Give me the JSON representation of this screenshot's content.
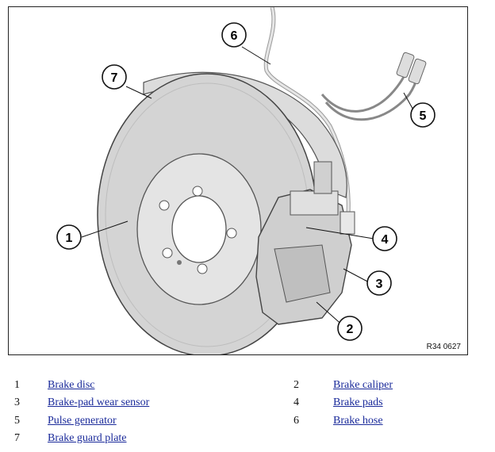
{
  "figure": {
    "reference_code": "R34 0627",
    "callouts": [
      "1",
      "2",
      "3",
      "4",
      "5",
      "6",
      "7"
    ]
  },
  "legend": [
    {
      "number": "1",
      "label": "Brake disc"
    },
    {
      "number": "2",
      "label": "Brake caliper"
    },
    {
      "number": "3",
      "label": "Brake-pad wear sensor"
    },
    {
      "number": "4",
      "label": "Brake pads"
    },
    {
      "number": "5",
      "label": "Pulse generator"
    },
    {
      "number": "6",
      "label": "Brake hose"
    },
    {
      "number": "7",
      "label": "Brake guard plate"
    }
  ]
}
